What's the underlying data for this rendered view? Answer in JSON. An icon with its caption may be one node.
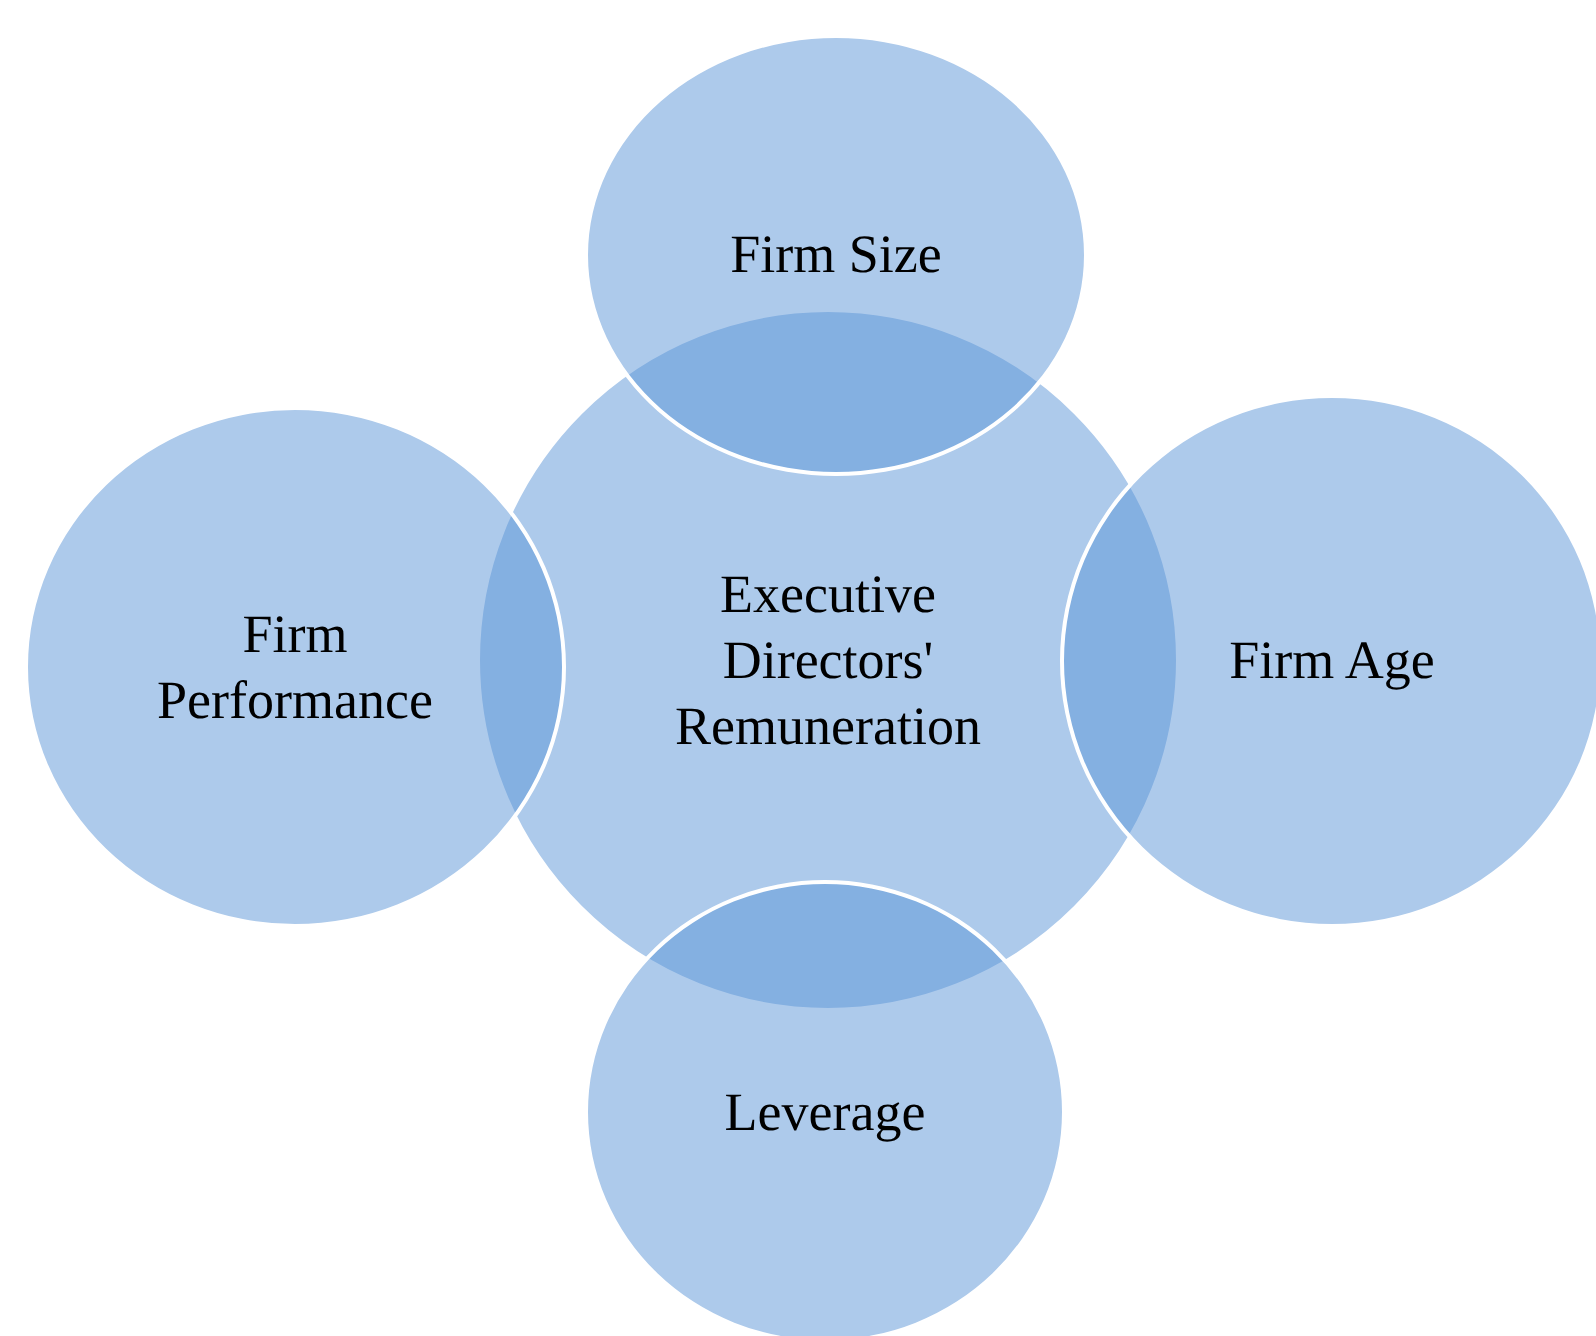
{
  "diagram": {
    "nodes": [
      {
        "text": [
          "Executive Directors' Remuneration"
        ]
      },
      {
        "text": [
          "Firm Size"
        ]
      },
      {
        "text": [
          "Firm Performance"
        ]
      },
      {
        "text": [
          "Firm Age"
        ]
      },
      {
        "text": [
          "Leverage"
        ]
      }
    ]
  }
}
